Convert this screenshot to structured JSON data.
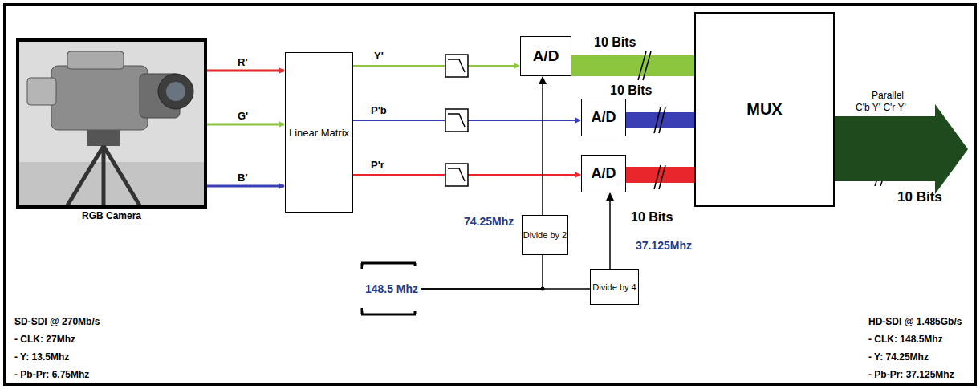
{
  "diagram": {
    "nodes": [
      {
        "text": [
          "RGB Camera"
        ]
      },
      {
        "text": [
          "Linear Matrix"
        ]
      },
      {
        "text": [
          "A/D"
        ]
      },
      {
        "text": [
          "A/D"
        ]
      },
      {
        "text": [
          "A/D"
        ]
      },
      {
        "text": [
          "MUX"
        ]
      },
      {
        "text": [
          "148.5 Mhz"
        ]
      },
      {
        "text": [
          "Divide by 2"
        ]
      },
      {
        "text": [
          "Divide by 4"
        ]
      }
    ],
    "edges": [
      {
        "from": 0,
        "to": 1,
        "label": "R'",
        "arrow": "to"
      },
      {
        "from": 0,
        "to": 1,
        "label": "G'",
        "arrow": "to"
      },
      {
        "from": 0,
        "to": 1,
        "label": "B'",
        "arrow": "to"
      },
      {
        "from": 1,
        "to": 2,
        "label": "Y'",
        "arrow": "to"
      },
      {
        "from": 1,
        "to": 3,
        "label": "P'b",
        "arrow": "to"
      },
      {
        "from": 1,
        "to": 4,
        "label": "P'r",
        "arrow": "to"
      },
      {
        "from": 2,
        "to": 5,
        "label": "10 Bits",
        "arrow": "none"
      },
      {
        "from": 3,
        "to": 5,
        "label": "10 Bits",
        "arrow": "none"
      },
      {
        "from": 4,
        "to": 5,
        "label": "10 Bits",
        "arrow": "none"
      },
      {
        "from": 6,
        "to": 7,
        "arrow": "none"
      },
      {
        "from": 7,
        "to": 2,
        "arrow": "to"
      },
      {
        "from": 6,
        "to": 8,
        "arrow": "none"
      },
      {
        "from": 8,
        "to": 4,
        "arrow": "to"
      }
    ],
    "labels": [
      "74.25Mhz",
      "37.125Mhz",
      "SD-SDI @ 270Mb/s",
      "- CLK: 27Mhz",
      "- Y: 13.5Mhz",
      "- Pb-Pr: 6.75Mhz",
      "HD-SDI @ 1.485Gb/s",
      "- CLK: 148.5Mhz",
      "- Y: 74.25Mhz",
      "- Pb-Pr: 37.125Mhz",
      "Parallel",
      "C'b Y' C'r Y'",
      "10 Bits"
    ]
  }
}
